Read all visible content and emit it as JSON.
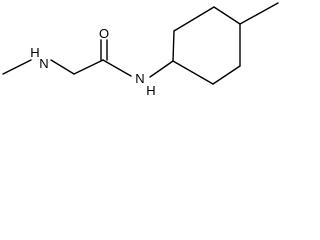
{
  "diagram": {
    "type": "chemical-structure",
    "atoms": {
      "methyl_amine_nh": "H",
      "methyl_amine_n": "N",
      "carbonyl_o": "O",
      "amide_n": "N",
      "amide_nh": "H"
    }
  }
}
